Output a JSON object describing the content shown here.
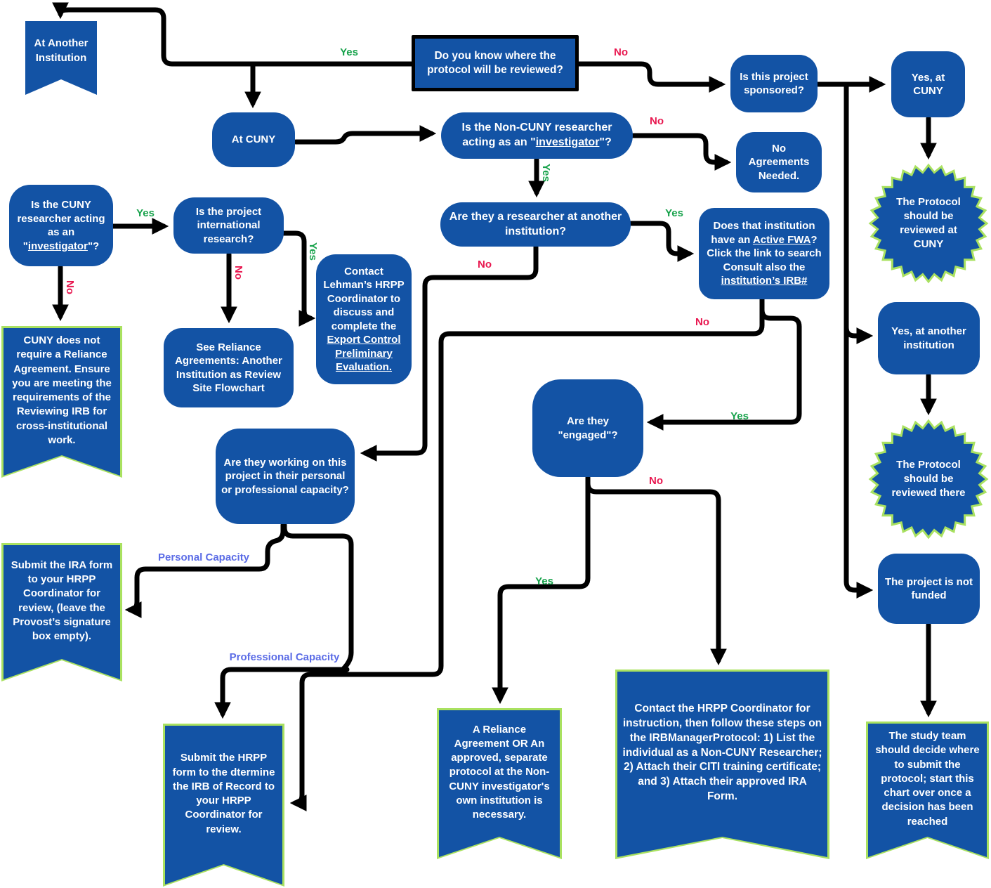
{
  "colors": {
    "node_blue": "#1353a5",
    "line_black": "#000000",
    "yes_green": "#17a24b",
    "no_red": "#e8174f",
    "capacity_blue": "#5b6ce6",
    "banner_border_green": "#a9e160",
    "text_white": "#ffffff"
  },
  "nodes": {
    "start": {
      "text": "Do you know where the protocol will be reviewed?"
    },
    "at_another_institution": {
      "text": "At Another Institution"
    },
    "at_cuny": {
      "text": "At CUNY"
    },
    "sponsored": {
      "text": "Is this project sponsored?"
    },
    "yes_at_cuny": {
      "text": "Yes, at CUNY"
    },
    "no_agreements": {
      "text": "No Agreements Needed."
    },
    "non_cuny_investigator": {
      "pre": "Is the Non-CUNY researcher acting as an \"",
      "link": "investigator",
      "post": "\"?"
    },
    "cuny_investigator": {
      "pre": "Is the CUNY researcher acting as an \"",
      "link": "investigator",
      "post": "\"?"
    },
    "international": {
      "text": "Is the project international research?"
    },
    "researcher_another": {
      "text": "Are they a researcher at another institution?"
    },
    "fwa": {
      "seg1": "Does that institution have an ",
      "link1": "Active FWA",
      "seg2": "? Click the link to search Consult also the ",
      "link2": "institution’s IRB#"
    },
    "contact_lehman": {
      "pre": "Contact Lehman’s HRPP Coordinator to discuss and complete the ",
      "link": "Export Control Preliminary Evaluation."
    },
    "see_reliance": {
      "text": "See Reliance Agreements: Another Institution as Review Site Flowchart"
    },
    "cuny_no_reliance": {
      "text": "CUNY does not require a Reliance Agreement. Ensure you are meeting the requirements of the Reviewing IRB for cross-institutional work."
    },
    "capacity": {
      "text": "Are they working on this project in their personal or professional capacity?"
    },
    "engaged": {
      "text": "Are they \"engaged\"?"
    },
    "protocol_reviewed_cuny": {
      "text": "The Protocol should be reviewed at CUNY"
    },
    "yes_another_institution": {
      "text": "Yes, at another institution"
    },
    "protocol_reviewed_there": {
      "text": "The Protocol should be reviewed there"
    },
    "not_funded": {
      "text": "The project is not funded"
    },
    "submit_ira": {
      "text": "Submit the IRA form to your HRPP Coordinator for review, (leave the Provost’s signature box empty)."
    },
    "submit_hrpp": {
      "text": "Submit the HRPP form to the dtermine the IRB of Record to your HRPP Coordinator for review."
    },
    "reliance_needed": {
      "text": "A Reliance Agreement OR An approved, separate protocol at the Non-CUNY investigator's own institution is necessary."
    },
    "contact_hrpp": {
      "text": "Contact the HRPP Coordinator for instruction, then follow these steps on the IRBManagerProtocol: 1) List the individual as a Non-CUNY Researcher; 2) Attach their CITI training certificate; and 3) Attach their approved IRA Form."
    },
    "study_team": {
      "text": "The study team should decide where to submit the protocol; start this chart over once a decision has been reached"
    }
  },
  "edge_labels": {
    "yes": "Yes",
    "no": "No",
    "personal_capacity": "Personal Capacity",
    "professional_capacity": "Professional Capacity"
  }
}
